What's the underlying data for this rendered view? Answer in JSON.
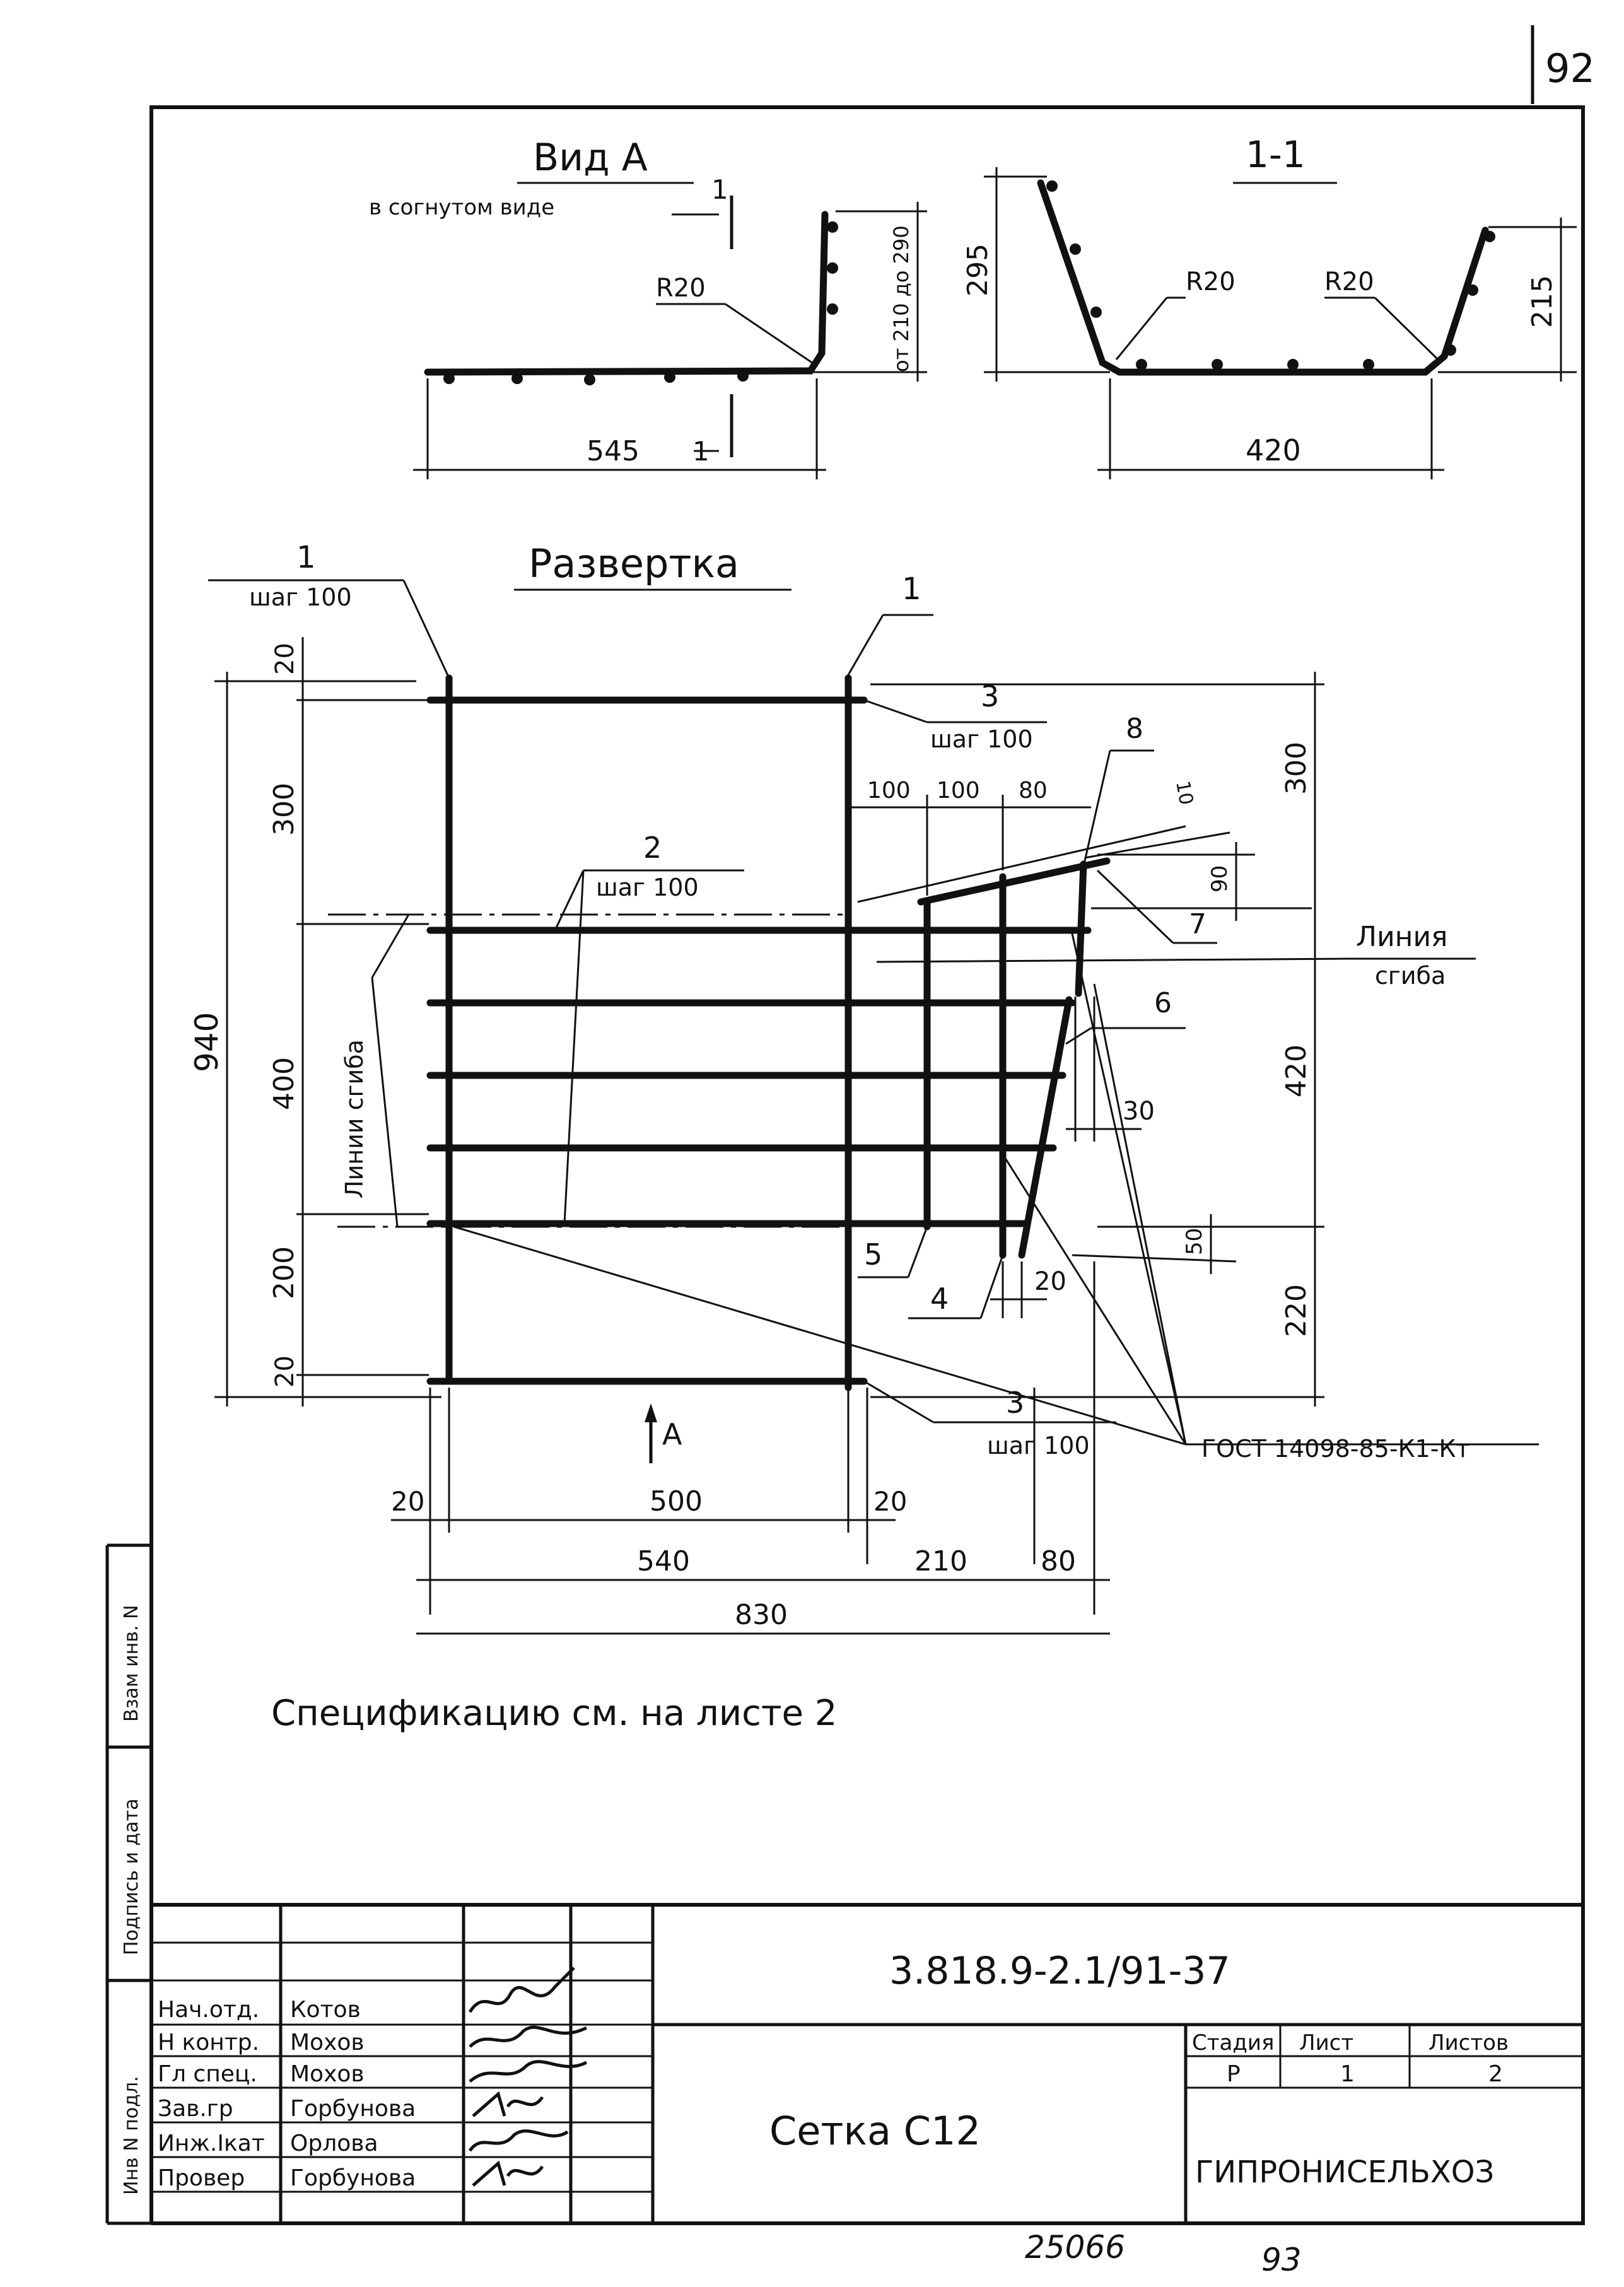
{
  "page_number": "92",
  "view_a": {
    "title": "Вид А",
    "subtitle": "в согнутом виде",
    "section_mark": "1",
    "radius": "R20",
    "height": "от 210 до 290",
    "length": "545"
  },
  "section_1_1": {
    "title": "1-1",
    "radius_left": "R20",
    "radius_right": "R20",
    "height_left": "295",
    "height_right": "215",
    "width": "420"
  },
  "unfold": {
    "title": "Развертка",
    "pos_1_left": "1",
    "pos_1_left_step": "шаг 100",
    "pos_1_right": "1",
    "pos_2": "2",
    "pos_2_step": "шаг 100",
    "pos_3_top": "3",
    "pos_3_top_step": "шаг 100",
    "pos_3_bottom": "3",
    "pos_3_bottom_step": "шаг 100",
    "pos_4": "4",
    "pos_5": "5",
    "pos_6": "6",
    "pos_7": "7",
    "pos_8": "8",
    "bend_lines_left": "Линии сгиба",
    "bend_line_right_1": "Линия",
    "bend_line_right_2": "сгиба",
    "weld_note": "ГОСТ 14098-85-К1-Кт",
    "view_arrow": "А",
    "dims_left": {
      "total": "940",
      "d20_top": "20",
      "d300": "300",
      "d400": "400",
      "d200": "200",
      "d20_bottom": "20"
    },
    "dims_right": {
      "d300": "300",
      "d420": "420",
      "d220": "220",
      "d90": "90",
      "d10": "10",
      "d30": "30",
      "d50": "50",
      "d20": "20"
    },
    "dims_top": {
      "d100a": "100",
      "d100b": "100",
      "d80": "80"
    },
    "dims_bottom": {
      "d20_left": "20",
      "d500": "500",
      "d20_right": "20",
      "d540": "540",
      "d210": "210",
      "d80": "80",
      "d830": "830"
    }
  },
  "spec_note": "Спецификацию см. на листе 2",
  "side_stamp": {
    "inv_replace": "Взам инв. N",
    "sign_date": "Подпись и дата",
    "inv_orig": "Инв N подл."
  },
  "title_block": {
    "doc_code": "3.818.9-2.1/91-37",
    "doc_name": "Сетка С12",
    "organization": "ГИПРОНИСЕЛЬХОЗ",
    "stage_head": "Стадия",
    "sheet_head": "Лист",
    "sheets_head": "Листов",
    "stage": "Р",
    "sheet": "1",
    "sheets": "2",
    "people": [
      {
        "role": "Нач.отд.",
        "name": "Котов"
      },
      {
        "role": "Н контр.",
        "name": "Мохов"
      },
      {
        "role": "Гл спец.",
        "name": "Мохов"
      },
      {
        "role": "Зав.гр",
        "name": "Горбунова"
      },
      {
        "role": "Инж.Iкат",
        "name": "Орлова"
      },
      {
        "role": "Провер",
        "name": "Горбунова"
      }
    ]
  },
  "footer": {
    "archive_no": "25066",
    "page_no": "93"
  }
}
